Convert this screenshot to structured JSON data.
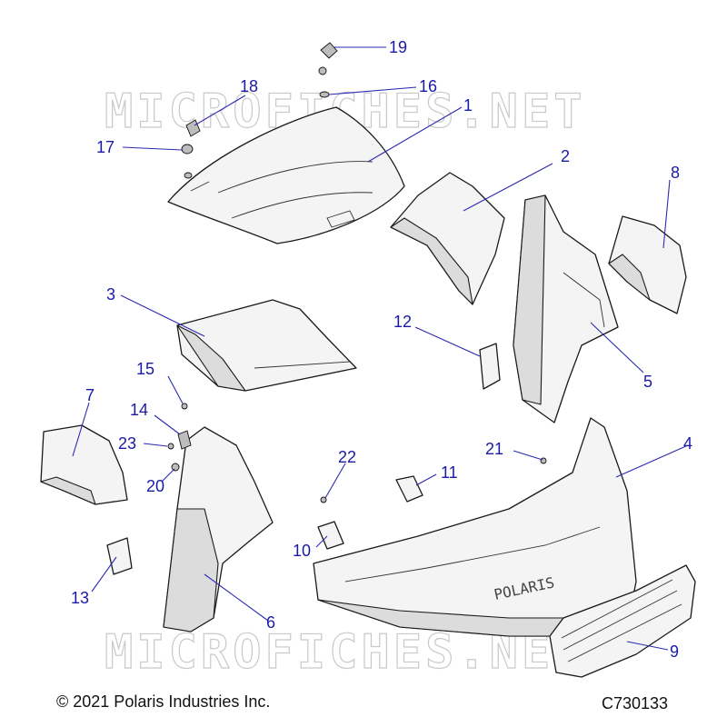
{
  "watermark": "MICROFICHES.NET",
  "grille_lettering": "POLARIS",
  "callouts": {
    "c1": "1",
    "c2": "2",
    "c3": "3",
    "c4": "4",
    "c5": "5",
    "c6": "6",
    "c7": "7",
    "c8": "8",
    "c9": "9",
    "c10": "10",
    "c11": "11",
    "c12": "12",
    "c13": "13",
    "c14": "14",
    "c15": "15",
    "c16": "16",
    "c17": "17",
    "c18": "18",
    "c19": "19",
    "c20": "20",
    "c21": "21",
    "c22": "22",
    "c23": "23"
  },
  "footer": {
    "copyright": "© 2021 Polaris Industries Inc.",
    "code": "C730133"
  },
  "colors": {
    "callout": "#1a1aa8",
    "line_art": "#1a1a1a",
    "watermark": "#c9c9c9"
  }
}
